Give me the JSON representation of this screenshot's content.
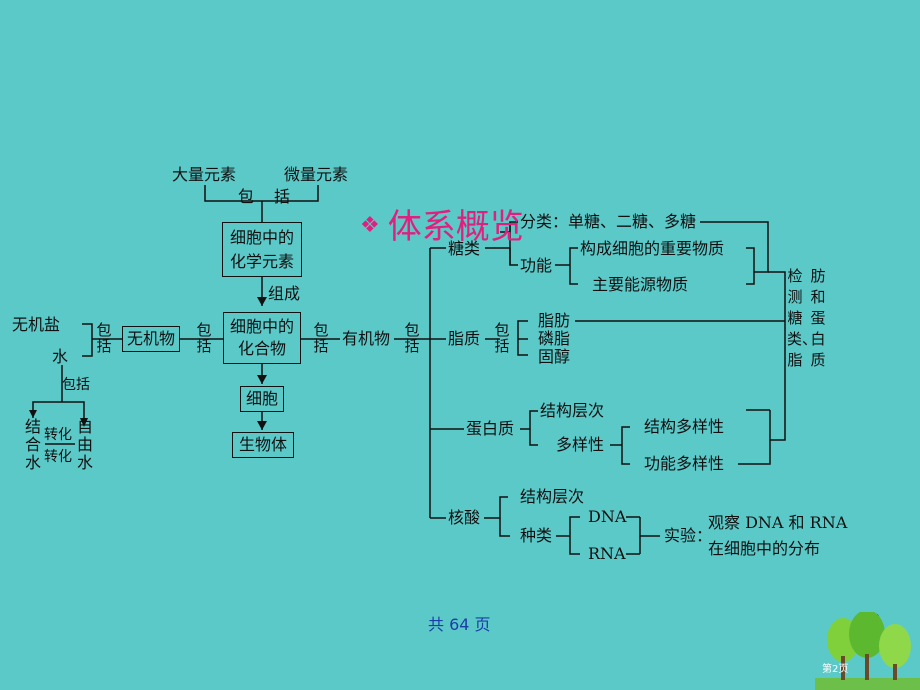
{
  "title": {
    "icon": "diamond-bullet-icon",
    "text": "体系概览"
  },
  "elements": {
    "major": "大量元素",
    "trace": "微量元素",
    "include": "包",
    "include2": "括",
    "chem_elements": "细胞中的化学元素",
    "compose": "组成",
    "compounds": "细胞中的化合物",
    "cell": "细胞",
    "organism": "生物体"
  },
  "inorganic": {
    "salt": "无机盐",
    "water": "水",
    "include_v": "包括",
    "include_h": "包括",
    "label": "无机物",
    "bound": "结合水",
    "free": "自由水",
    "convert1": "转化",
    "convert2": "转化"
  },
  "organic": {
    "include_v": "包括",
    "label": "有机物",
    "include_v2": "包括",
    "sugar": {
      "label": "糖类",
      "classify": "分类：单糖、二糖、多糖",
      "function": "功能",
      "f1": "构成细胞的重要物质",
      "f2": "主要能源物质"
    },
    "lipid": {
      "label": "脂质",
      "include_v": "包括",
      "fat": "脂肪",
      "phospho": "磷脂",
      "sterol": "固醇"
    },
    "protein": {
      "label": "蛋白质",
      "structure": "结构层次",
      "diversity": "多样性",
      "d1": "结构多样性",
      "d2": "功能多样性"
    },
    "nucleic": {
      "label": "核酸",
      "structure": "结构层次",
      "types": "种类",
      "dna": "DNA",
      "rna": "RNA",
      "experiment": "实验：",
      "exp_line1": "观察 DNA 和 RNA",
      "exp_line2": "在细胞中的分布"
    },
    "detect_col1": "检测糖类、脂",
    "detect_col2": "肪和蛋白质"
  },
  "footer": {
    "pages": "共 64 页",
    "page_number": "2",
    "page_mark": "第2页"
  },
  "colors": {
    "background": "#5cc9c9",
    "title": "#e0207e",
    "footer": "#1a3ea8"
  }
}
